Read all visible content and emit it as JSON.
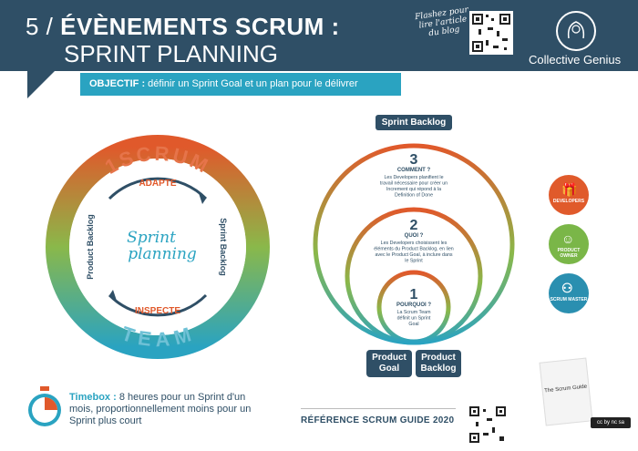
{
  "header": {
    "title_prefix": "5 / ",
    "title_main": "ÉVÈNEMENTS SCRUM :",
    "title_sub": "SPRINT PLANNING",
    "flash_note": "Flashez pour lire l'article du blog",
    "brand": "Collective Genius"
  },
  "objective": {
    "label": "OBJECTIF :",
    "text": " définir un Sprint Goal et un plan pour le délivrer"
  },
  "left_ring": {
    "top_word": "1SCRUM",
    "bottom_word": "TEAM",
    "adapte": "ADAPTE",
    "inspecte": "INSPECTE",
    "left_label": "Product Backlog",
    "right_label": "Sprint Backlog",
    "center_line1": "Sprint",
    "center_line2": "planning"
  },
  "right_diagram": {
    "tag": "Sprint Backlog",
    "step3_num": "3",
    "step3_title": "COMMENT ?",
    "step3_text": "Les Developers planifient le travail nécessaire pour créer un Increment qui répond à la Definition of Done",
    "step2_num": "2",
    "step2_title": "QUOI ?",
    "step2_text": "Les Developers choisissent les éléments du Product Backlog, en lien avec le Product Goal, à inclure dans le Sprint",
    "step1_num": "1",
    "step1_title": "POURQUOI ?",
    "step1_text": "La Scrum Team définit un Sprint Goal",
    "product_goal": "Product Goal",
    "product_backlog": "Product Backlog"
  },
  "roles": [
    {
      "label": "DEVELOPERS",
      "color": "#e05a2b"
    },
    {
      "label": "PRODUCT OWNER",
      "color": "#7ab648"
    },
    {
      "label": "SCRUM MASTER",
      "color": "#2a8fb0"
    }
  ],
  "timebox": {
    "label": "Timebox :",
    "text": " 8 heures pour un Sprint d'un mois, proportionnellement moins pour un Sprint plus court"
  },
  "footer": {
    "reference": "RÉFÉRENCE SCRUM GUIDE 2020",
    "book_title": "The Scrum Guide",
    "license": "cc by nc sa"
  },
  "colors": {
    "navy": "#2f4f66",
    "teal": "#2aa3c1",
    "orange": "#e05a2b",
    "green": "#7ab648"
  }
}
